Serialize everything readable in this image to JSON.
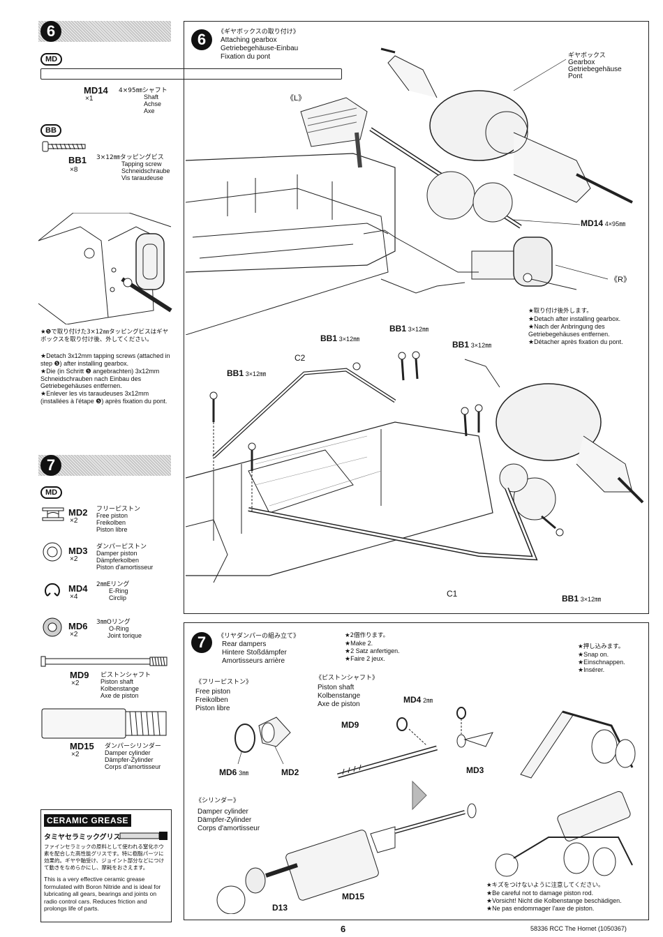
{
  "left": {
    "step6": {
      "number": "6",
      "badge_md": "MD",
      "md14": {
        "code": "MD14",
        "qty": "×1",
        "jp": "4×95㎜シャフト",
        "en": "Shaft",
        "de": "Achse",
        "fr": "Axe"
      },
      "badge_bb": "BB",
      "bb1": {
        "code": "BB1",
        "qty": "×8",
        "jp": "3×12㎜タッピングビス",
        "en": "Tapping screw",
        "de": "Schneidschraube",
        "fr": "Vis taraudeuse"
      },
      "note": [
        "★❺で取り付けた3×12㎜タッピングビスはギヤボックスを取り付け後、外してください。",
        "★Detach 3x12mm tapping screws (attached in step ❺) after installing gearbox.",
        "★Die (in Schritt ❺ angebrachten) 3x12mm Schneidschrauben nach Einbau des Getriebegehäuses entfernen.",
        "★Enlever les vis taraudeuses 3x12mm (installées à l'étape ❺) après fixation du pont."
      ]
    },
    "step7": {
      "number": "7",
      "badge_md": "MD",
      "parts": [
        {
          "code": "MD2",
          "qty": "×2",
          "jp": "フリーピストン",
          "en": "Free piston",
          "de": "Freikolben",
          "fr": "Piston libre"
        },
        {
          "code": "MD3",
          "qty": "×2",
          "jp": "ダンパーピストン",
          "en": "Damper piston",
          "de": "Dämpferkolben",
          "fr": "Piston d'amortisseur"
        },
        {
          "code": "MD4",
          "qty": "×4",
          "jp": "2㎜Eリング",
          "en": "E-Ring",
          "de": "Circlip",
          "fr": ""
        },
        {
          "code": "MD6",
          "qty": "×2",
          "jp": "3㎜Oリング",
          "en": "O-Ring",
          "de": "Joint torique",
          "fr": ""
        },
        {
          "code": "MD9",
          "qty": "×2",
          "jp": "ピストンシャフト",
          "en": "Piston shaft",
          "de": "Kolbenstange",
          "fr": "Axe de piston"
        },
        {
          "code": "MD15",
          "qty": "×2",
          "jp": "ダンパーシリンダー",
          "en": "Damper cylinder",
          "de": "Dämpfer-Zylinder",
          "fr": "Corps d'amortisseur"
        }
      ]
    },
    "grease": {
      "logo": "CERAMIC GREASE",
      "title_jp": "タミヤセラミックグリス",
      "text_jp": "ファインセラミックの原料として使われる窒化ホウ素を配合した高性能グリスです。特に樹脂パーツに効果的。ギヤや軸受け、ジョイント部分などにつけて動きをなめらかにし、摩耗をおさえます。",
      "text_en": "This is a very effective ceramic grease formulated with Boron Nitride and is ideal for lubricating all gears, bearings and joints on radio control cars. Reduces friction and prolongs life of parts."
    }
  },
  "panel6": {
    "number": "6",
    "title_jp": "《ギヤボックスの取り付け》",
    "title_en": "Attaching gearbox",
    "title_de": "Getriebegehäuse-Einbau",
    "title_fr": "Fixation du pont",
    "gearbox_jp": "ギヤボックス",
    "gearbox_en": "Gearbox",
    "gearbox_de": "Getriebegehäuse",
    "gearbox_fr": "Pont",
    "label_L": "《L》",
    "label_R": "《R》",
    "md14_label": "MD14",
    "md14_size": "4×95㎜",
    "bb1_label": "BB1",
    "bb1_size": "3×12㎜",
    "c1": "C1",
    "c2": "C2",
    "note": [
      "★取り付け後外します。",
      "★Detach after installing gearbox.",
      "★Nach der Anbringung des Getriebegehäuses entfernen.",
      "★Détacher après fixation du pont."
    ]
  },
  "panel7": {
    "number": "7",
    "title_jp": "《リヤダンパーの組み立て》",
    "title_en": "Rear dampers",
    "title_de": "Hintere Stoßdämpfer",
    "title_fr": "Amortisseurs arrière",
    "make": [
      "★2個作ります。",
      "★Make 2.",
      "★2 Satz anfertigen.",
      "★Faire 2 jeux."
    ],
    "snap": [
      "★押し込みます。",
      "★Snap on.",
      "★Einschnappen.",
      "★Insérer."
    ],
    "free_piston": [
      "《フリーピストン》",
      "Free piston",
      "Freikolben",
      "Piston libre"
    ],
    "piston_shaft": [
      "《ピストンシャフト》",
      "Piston shaft",
      "Kolbenstange",
      "Axe de piston"
    ],
    "cylinder": [
      "《シリンダー》",
      "Damper cylinder",
      "Dämpfer-Zylinder",
      "Corps d'amortisseur"
    ],
    "md6": "MD6",
    "md6_size": "3㎜",
    "md2": "MD2",
    "md4": "MD4",
    "md4_size": "2㎜",
    "md9": "MD9",
    "md3": "MD3",
    "md15": "MD15",
    "d13": "D13",
    "caution": [
      "★キズをつけないように注意してください。",
      "★Be careful not to damage piston rod.",
      "★Vorsicht! Nicht die Kolbenstange beschädigen.",
      "★Ne pas endommager l'axe de piston."
    ]
  },
  "footer": {
    "page": "6",
    "code": "58336 RCC The Hornet (1050367)"
  }
}
